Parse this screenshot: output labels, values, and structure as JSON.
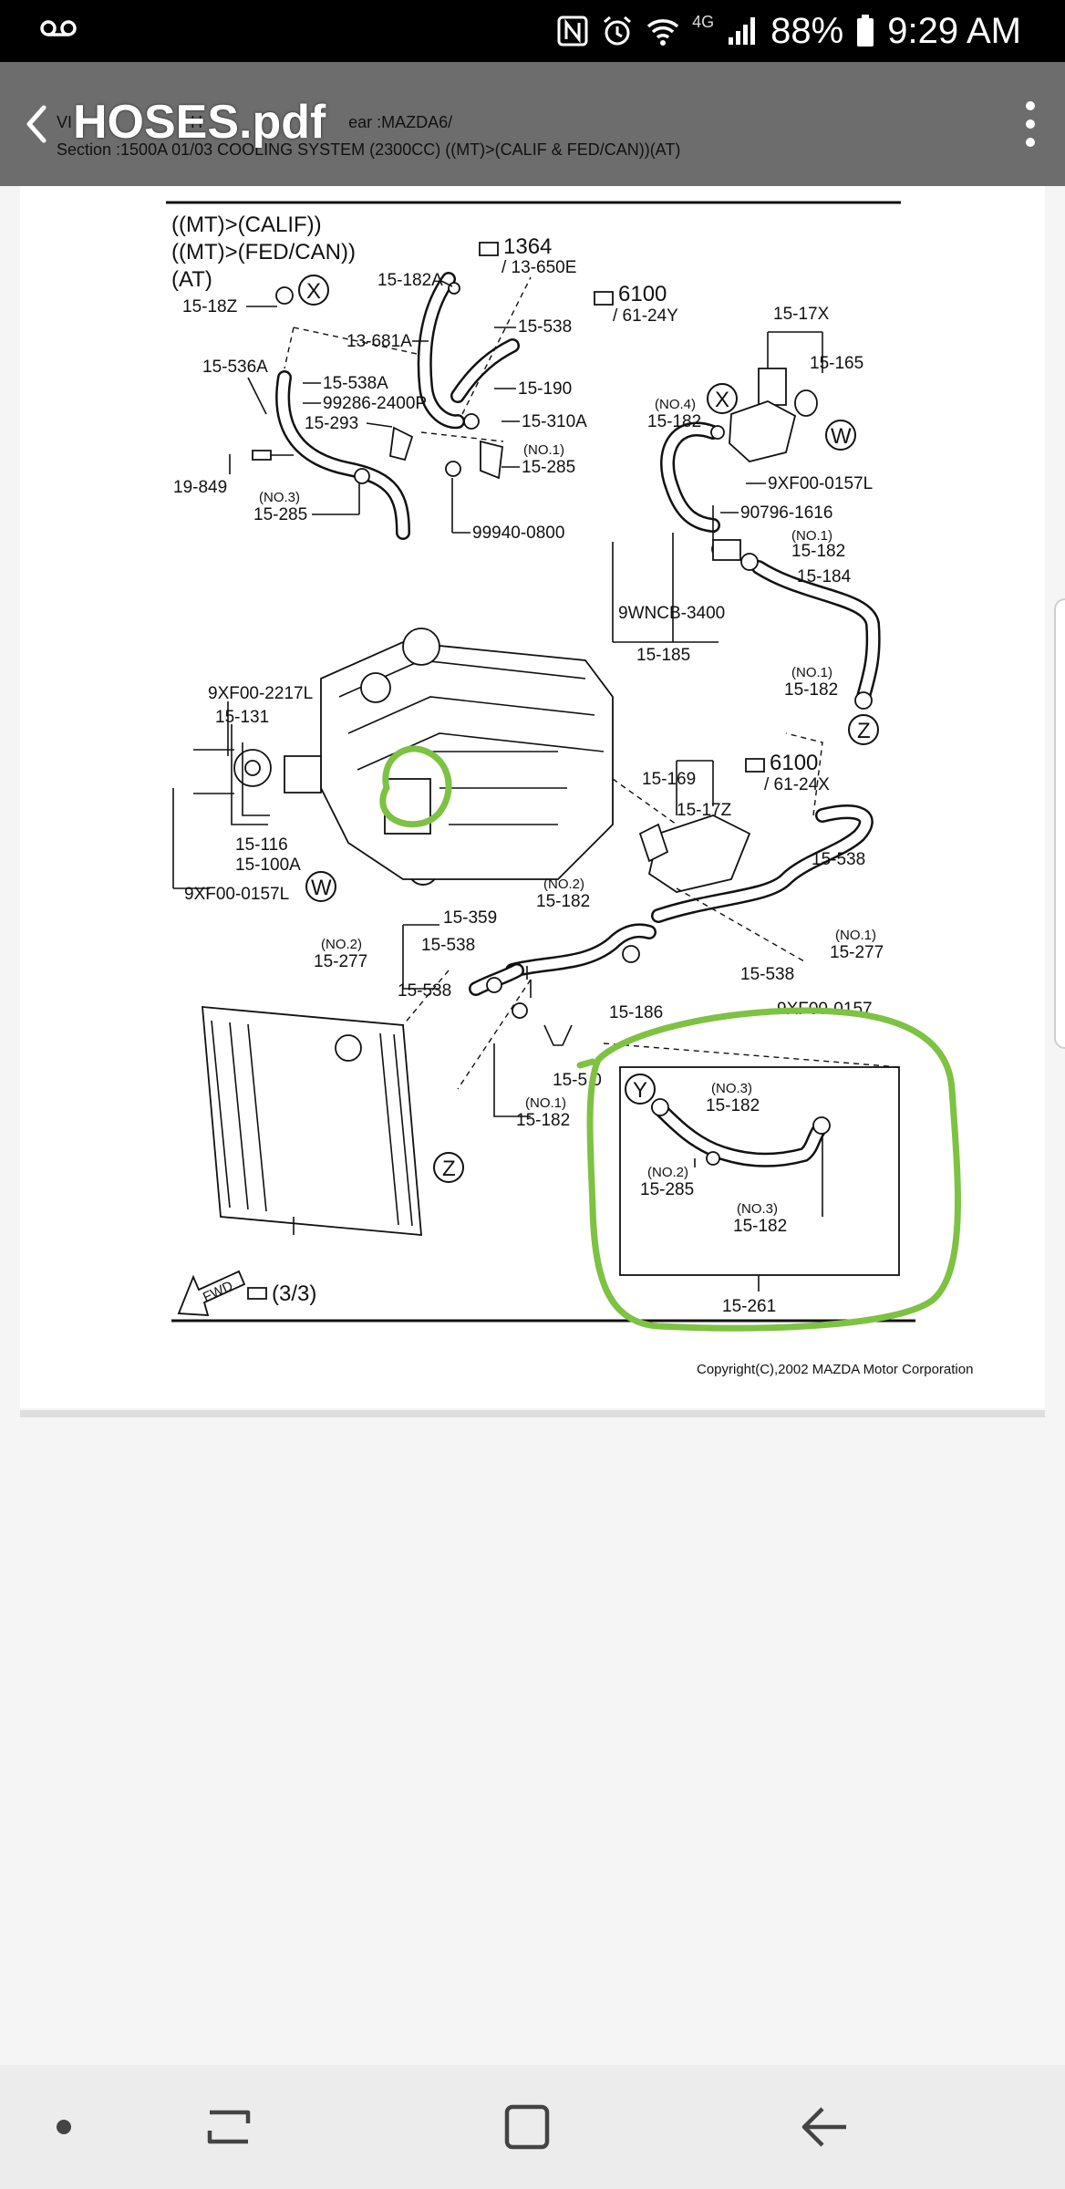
{
  "status_bar": {
    "network": "4G",
    "battery": "88%",
    "time": "9:29 AM"
  },
  "app_bar": {
    "title": "HOSES.pdf",
    "back_icon": "chevron-left-icon",
    "menu_icon": "more-vertical-icon"
  },
  "document": {
    "header_line1_left": "VI",
    "header_line1_mid": "H",
    "header_line1_right": "ear :MAZDA6/",
    "header_line2": "Section :1500A 01/03 COOLING SYSTEM (2300CC) ((MT)>(CALIF & FED/CAN))(AT)",
    "variants": [
      "((MT)>(CALIF))",
      "((MT)>(FED/CAN))",
      "(AT)"
    ],
    "copyright": "Copyright(C),2002 MAZDA Motor Corporation",
    "ref_1364": "1364",
    "ref_1364_sub": "/ 13-650E",
    "ref_6100a": "6100",
    "ref_6100a_sub": "/ 61-24Y",
    "ref_6100b": "6100",
    "ref_6100b_sub": "/ 61-24X",
    "ref_33": "(3/3)",
    "fwd": "FWD",
    "inset_label": "15-261",
    "labels": {
      "p15_18Z": "15-18Z",
      "p15_182A": "15-182A",
      "p13_681A": "13-681A",
      "p15_538_a": "15-538",
      "p15_536A": "15-536A",
      "p15_538A": "15-538A",
      "p99286": "99286-2400P",
      "p15_190": "15-190",
      "p15_293": "15-293",
      "p15_310A": "15-310A",
      "no1_a": "(NO.1)",
      "p15_285_a": "15-285",
      "p19_849": "19-849",
      "no3_a": "(NO.3)",
      "p15_285_b": "15-285",
      "p99940": "99940-0800",
      "p15_17X": "15-17X",
      "p15_165": "15-165",
      "no4": "(NO.4)",
      "p15_182_a": "15-182",
      "p9XF00_a": "9XF00-0157L",
      "p90796": "90796-1616",
      "no1_b": "(NO.1)",
      "p15_182_b": "15-182",
      "p15_184": "15-184",
      "p9WNCB": "9WNCB-3400",
      "p15_185": "15-185",
      "no1_c": "(NO.1)",
      "p15_182_c": "15-182",
      "p9XF00_2217": "9XF00-2217L",
      "p15_131": "15-131",
      "p15_116": "15-116",
      "p15_100A": "15-100A",
      "p9XF00_b": "9XF00-0157L",
      "p15_169": "15-169",
      "p15_17Z": "15-17Z",
      "p15_538_b": "15-538",
      "no2_a": "(NO.2)",
      "p15_182_d": "15-182",
      "p15_359": "15-359",
      "no2_b": "(NO.2)",
      "p15_277_a": "15-277",
      "p15_538_c": "15-538",
      "p15_538_d": "15-538",
      "p15_186": "15-186",
      "no1_d": "(NO.1)",
      "p15_277_b": "15-277",
      "p15_538_e": "15-538",
      "p9XF00_c": "9XF00-0157",
      "p15_5x0": "15-5 0",
      "no1_e": "(NO.1)",
      "p15_182_e": "15-182",
      "no3_b": "(NO.3)",
      "p15_182_f": "15-182",
      "no2_c": "(NO.2)",
      "p15_285_c": "15-285",
      "no3_c": "(NO.3)",
      "p15_182_g": "15-182"
    }
  }
}
